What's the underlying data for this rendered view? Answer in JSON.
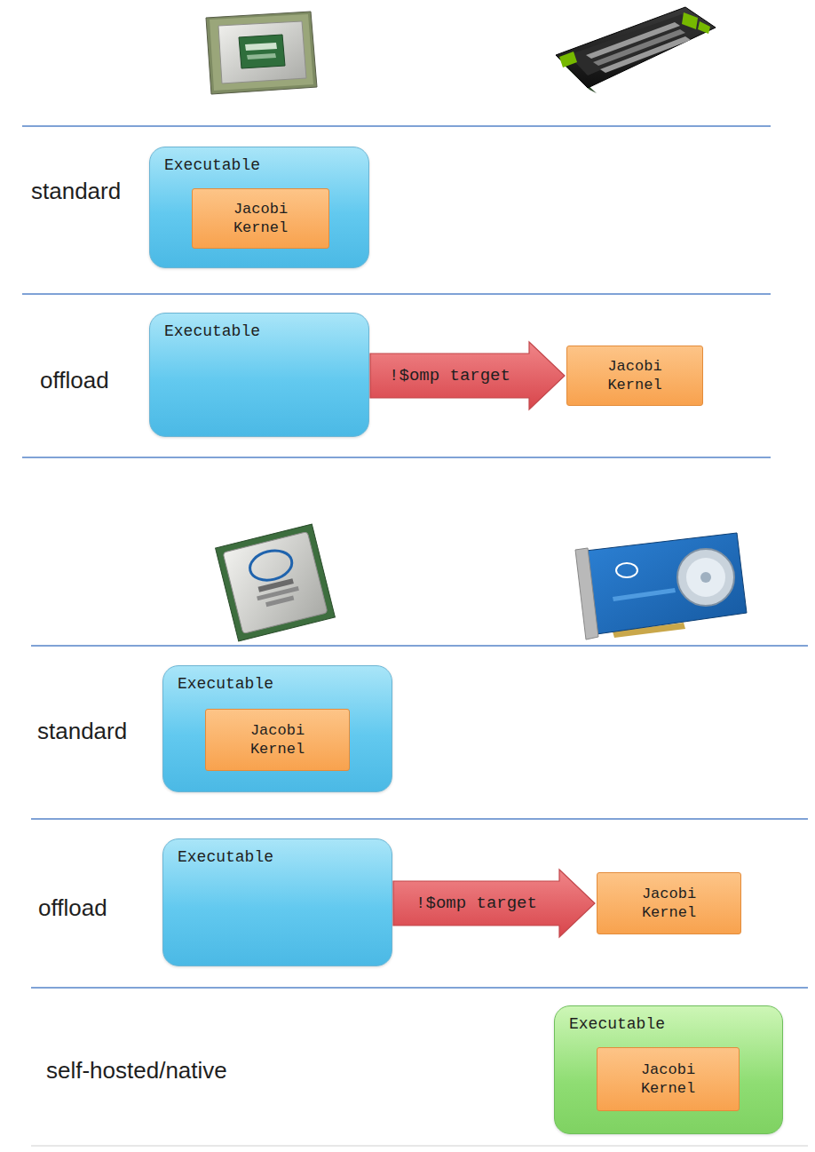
{
  "diagram": {
    "nodes": [
      {
        "text": [
          "Executable"
        ]
      },
      {
        "text": [
          "Jacobi Kernel"
        ],
        "in": 0
      },
      {
        "text": [
          "Executable"
        ]
      },
      {
        "text": [
          "Jacobi Kernel"
        ]
      },
      {
        "text": [
          "Executable"
        ]
      },
      {
        "text": [
          "Jacobi Kernel"
        ],
        "in": 4
      },
      {
        "text": [
          "Executable"
        ]
      },
      {
        "text": [
          "Jacobi Kernel"
        ]
      },
      {
        "text": [
          "Executable"
        ]
      },
      {
        "text": [
          "Jacobi Kernel"
        ],
        "in": 8
      }
    ],
    "edges": [
      {
        "from": 2,
        "to": 3,
        "label": "!$omp target",
        "arrow": "to"
      },
      {
        "from": 6,
        "to": 7,
        "label": "!$omp target",
        "arrow": "to"
      }
    ],
    "labels": [
      "standard",
      "offload",
      "standard",
      "offload",
      "self-hosted/native"
    ]
  }
}
